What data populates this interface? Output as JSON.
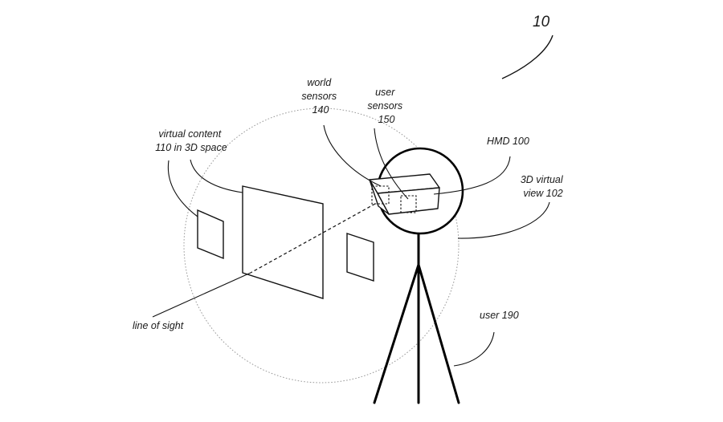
{
  "figure_number": "10",
  "labels": {
    "world_sensors": [
      "world",
      "sensors",
      "140"
    ],
    "user_sensors": [
      "user",
      "sensors",
      "150"
    ],
    "virtual_content": [
      "virtual content",
      "110 in 3D space"
    ],
    "hmd": "HMD 100",
    "virtual_view": [
      "3D virtual",
      "view 102"
    ],
    "line_of_sight": "line of sight",
    "user": "user 190"
  },
  "colors": {
    "ink": "#111111",
    "sphere": "#9a9a9a"
  }
}
